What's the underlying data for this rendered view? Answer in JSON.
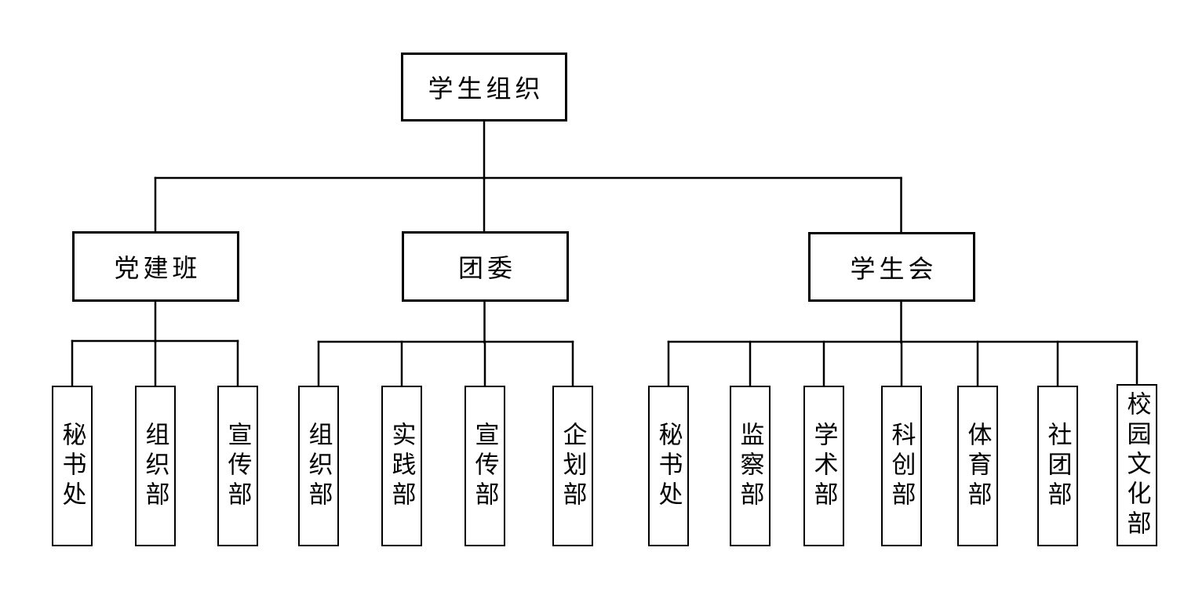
{
  "diagram": {
    "type": "org-chart",
    "root": {
      "label": "学生组织"
    },
    "branches": [
      {
        "label": "党建班",
        "children": [
          "秘书处",
          "组织部",
          "宣传部"
        ]
      },
      {
        "label": "团委",
        "children": [
          "组织部",
          "实践部",
          "宣传部",
          "企划部"
        ]
      },
      {
        "label": "学生会",
        "children": [
          "秘书处",
          "监察部",
          "学术部",
          "科创部",
          "体育部",
          "社团部",
          "校园文化部"
        ]
      }
    ],
    "colors": {
      "line": "#000000",
      "box_border": "#000000",
      "text": "#000000",
      "background": "#ffffff"
    }
  }
}
